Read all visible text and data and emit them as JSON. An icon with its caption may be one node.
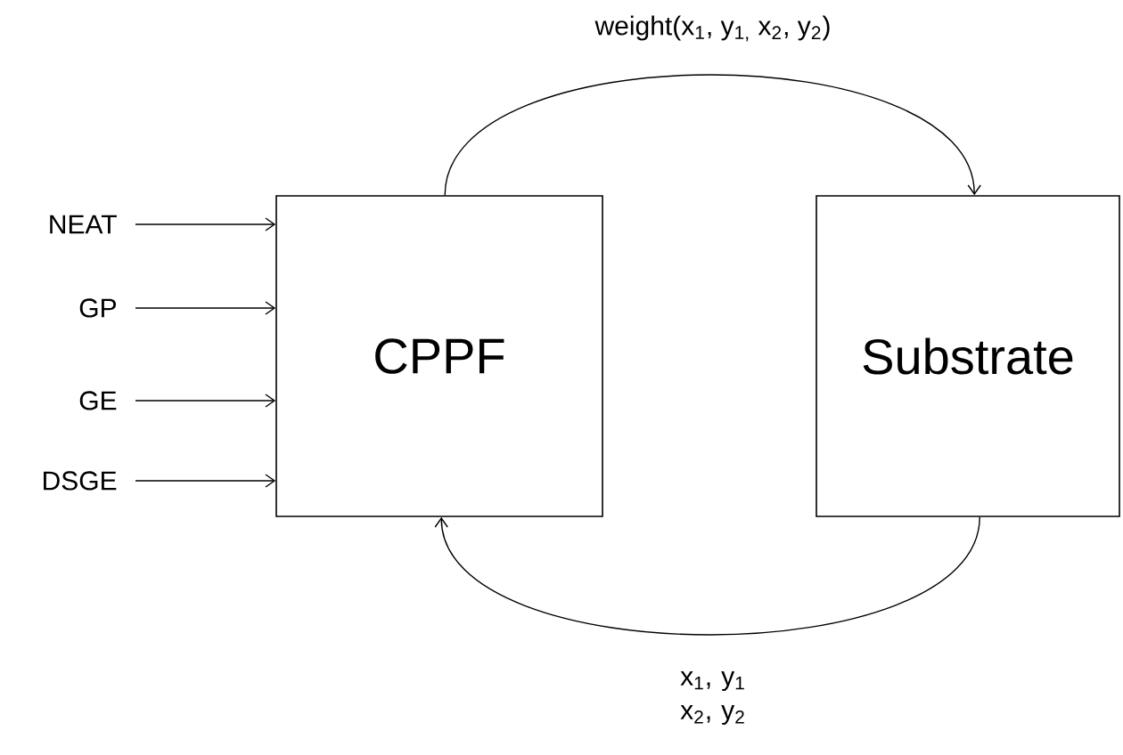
{
  "diagram": {
    "nodes": [
      {
        "text": [
          "NEAT"
        ]
      },
      {
        "text": [
          "GP"
        ]
      },
      {
        "text": [
          "GE"
        ]
      },
      {
        "text": [
          "DSGE"
        ]
      },
      {
        "text": [
          "CPPF"
        ]
      },
      {
        "text": [
          "Substrate"
        ]
      }
    ],
    "edges": [
      {
        "from": 0,
        "to": 4,
        "arrow": "to"
      },
      {
        "from": 1,
        "to": 4,
        "arrow": "to"
      },
      {
        "from": 2,
        "to": 4,
        "arrow": "to"
      },
      {
        "from": 3,
        "to": 4,
        "arrow": "to"
      },
      {
        "from": 4,
        "to": 5,
        "arrow": "to",
        "label": "weight(x$_{1}$, y$_{1,}$ x$_{2}$, y$_{2}$)"
      },
      {
        "from": 5,
        "to": 4,
        "arrow": "to",
        "label": "x$_{1}$, y$_{1}$ x$_{2}$, y$_{2}$"
      }
    ]
  }
}
